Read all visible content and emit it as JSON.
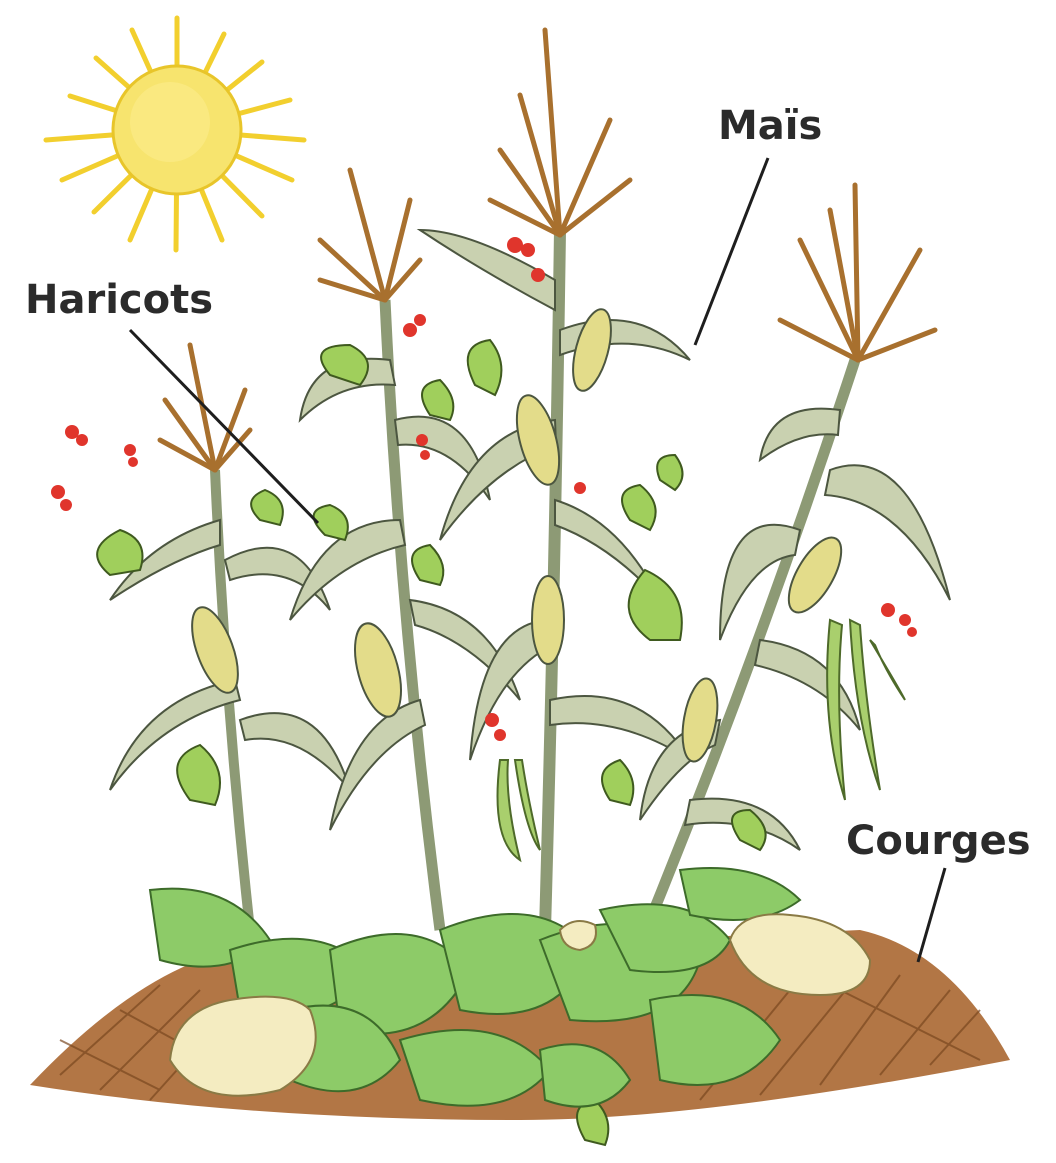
{
  "labels": {
    "mais": "Maïs",
    "haricots": "Haricots",
    "courges": "Courges"
  },
  "colors": {
    "sun_fill": "#f7e36a",
    "sun_rays": "#f5d43a",
    "corn_leaf": "#c7cfae",
    "corn_tassel": "#b8823f",
    "bean_leaf": "#9ccc5a",
    "bean_flower": "#e0302a",
    "squash_leaf": "#8cc966",
    "squash_fruit": "#f4ecc0",
    "soil": "#a86d3e",
    "leader_line": "#1e1e1e"
  }
}
